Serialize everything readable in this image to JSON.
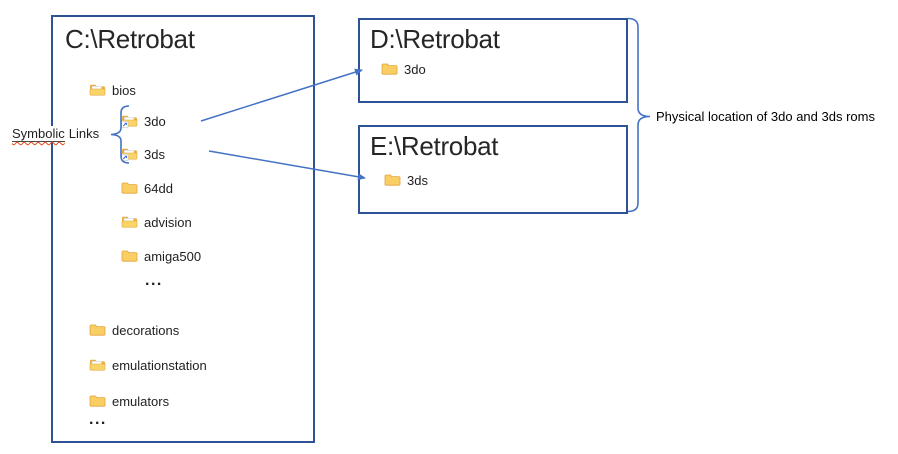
{
  "c_drive": {
    "title": "C:\\Retrobat",
    "items": [
      {
        "label": "bios",
        "icon": "folder-content"
      },
      {
        "label": "3do",
        "icon": "folder-symlink"
      },
      {
        "label": "3ds",
        "icon": "folder-symlink"
      },
      {
        "label": "64dd",
        "icon": "folder-plain"
      },
      {
        "label": "advision",
        "icon": "folder-content"
      },
      {
        "label": "amiga500",
        "icon": "folder-plain"
      },
      {
        "label": "...",
        "icon": "none"
      },
      {
        "label": "decorations",
        "icon": "folder-plain"
      },
      {
        "label": "emulationstation",
        "icon": "folder-content"
      },
      {
        "label": "emulators",
        "icon": "folder-plain"
      },
      {
        "label": "...",
        "icon": "none"
      }
    ]
  },
  "d_drive": {
    "title": "D:\\Retrobat",
    "items": [
      {
        "label": "3do",
        "icon": "folder-plain"
      }
    ]
  },
  "e_drive": {
    "title": "E:\\Retrobat",
    "items": [
      {
        "label": "3ds",
        "icon": "folder-plain"
      }
    ]
  },
  "annotations": {
    "symbolic_links_word1": "Symbolic",
    "symbolic_links_word2": "Links",
    "physical_location": "Physical location of 3do and 3ds roms"
  },
  "colors": {
    "box_border": "#2E5395",
    "connector_blue": "#4472C4",
    "folder_yellow": "#F9CE63",
    "folder_dark_yellow": "#E8AE41",
    "spellcheck_red": "#E0460E"
  }
}
